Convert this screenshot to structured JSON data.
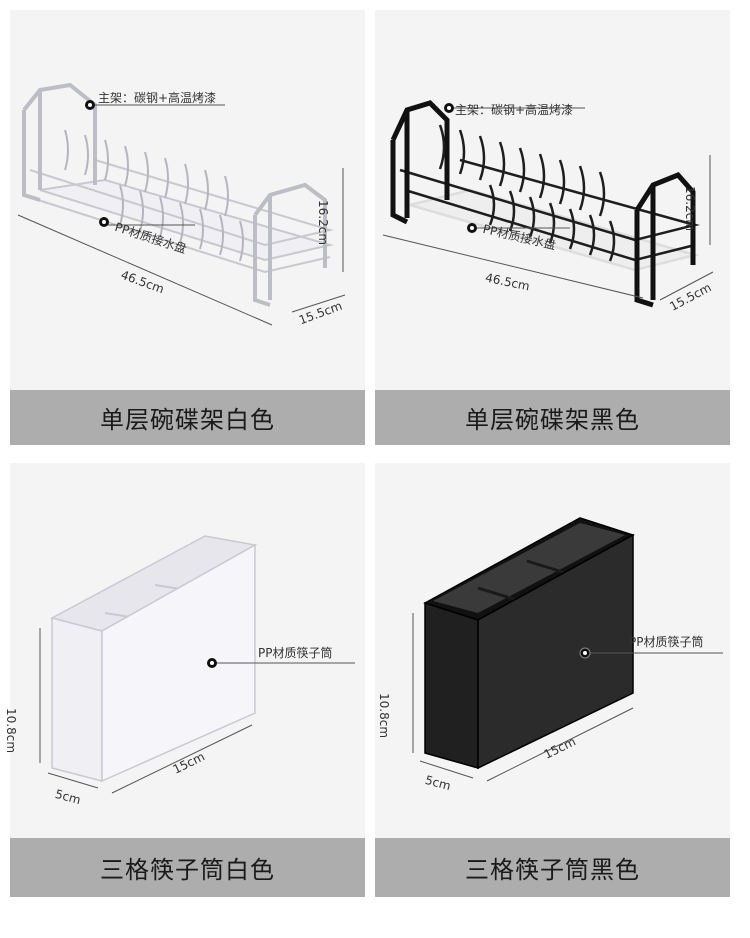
{
  "products": [
    {
      "caption": "单层碗碟架白色",
      "label_frame": "主架：碳钢+高温烤漆",
      "label_tray": "PP材质接水盘",
      "dim_length": "46.5cm",
      "dim_width": "15.5cm",
      "dim_height": "16.2cm",
      "color": "#f7f7fa"
    },
    {
      "caption": "单层碗碟架黑色",
      "label_frame": "主架：碳钢+高温烤漆",
      "label_tray": "PP材质接水盘",
      "dim_length": "46.5cm",
      "dim_width": "15.5cm",
      "dim_height": "16.2cm",
      "color": "#1e1e1e"
    },
    {
      "caption": "三格筷子筒白色",
      "label_material": "PP材质筷子筒",
      "dim_length": "15cm",
      "dim_width": "5cm",
      "dim_height": "10.8cm",
      "color": "#f2f2f6"
    },
    {
      "caption": "三格筷子筒黑色",
      "label_material": "PP材质筷子筒",
      "dim_length": "15cm",
      "dim_width": "5cm",
      "dim_height": "10.8cm",
      "color": "#262626"
    }
  ]
}
